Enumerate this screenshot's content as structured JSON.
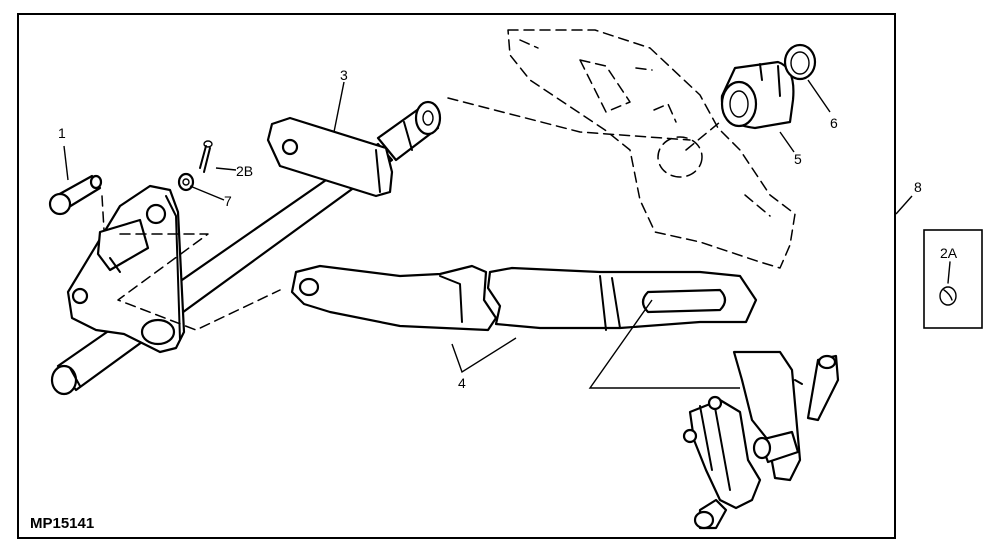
{
  "figure": {
    "id": "MP15141",
    "callouts": {
      "c1": "1",
      "c2b": "2B",
      "c3": "3",
      "c4": "4",
      "c5": "5",
      "c6": "6",
      "c7": "7",
      "c8": "8",
      "c2a": "2A"
    }
  },
  "colors": {
    "line": "#000000",
    "background": "#ffffff"
  }
}
